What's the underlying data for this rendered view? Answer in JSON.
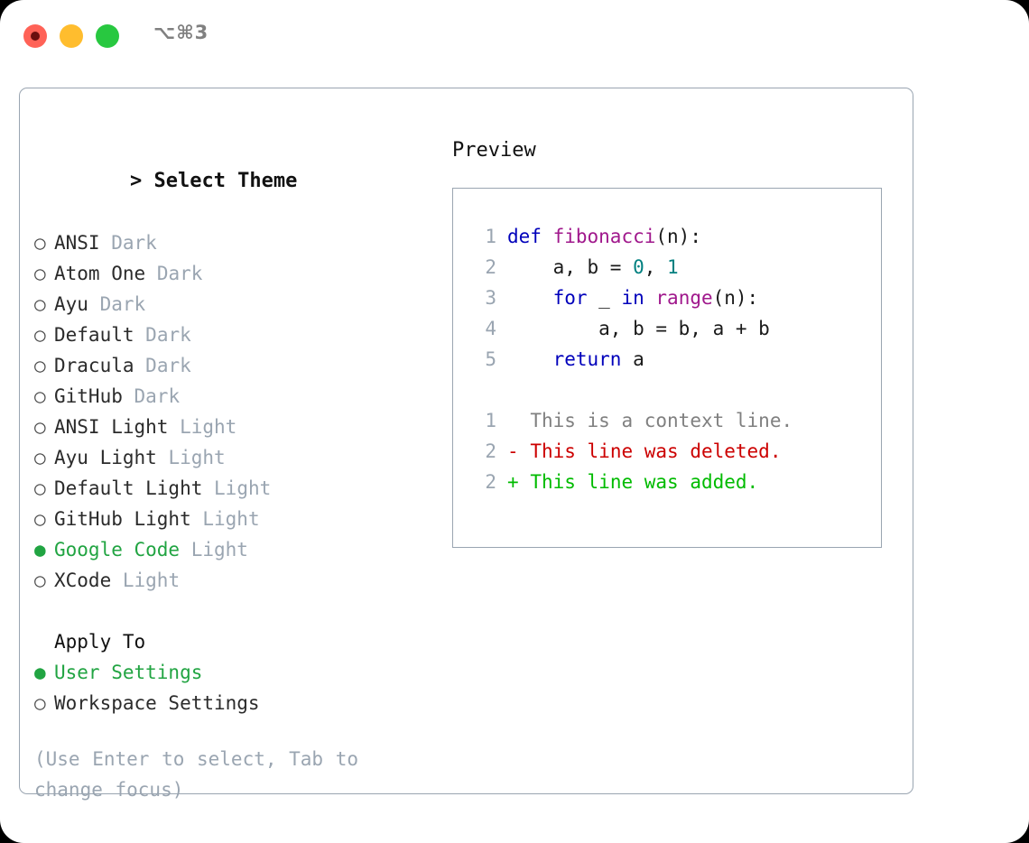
{
  "window": {
    "traffic_lights": [
      "close",
      "minimize",
      "maximize"
    ],
    "shortcut_label": "⌥⌘3"
  },
  "theme_picker": {
    "header_caret": ">",
    "header_label": "Select Theme",
    "marker_unselected": "○",
    "marker_selected": "●",
    "options": [
      {
        "name": "ANSI",
        "variant": "Dark",
        "selected": false
      },
      {
        "name": "Atom One",
        "variant": "Dark",
        "selected": false
      },
      {
        "name": "Ayu",
        "variant": "Dark",
        "selected": false
      },
      {
        "name": "Default",
        "variant": "Dark",
        "selected": false
      },
      {
        "name": "Dracula",
        "variant": "Dark",
        "selected": false
      },
      {
        "name": "GitHub",
        "variant": "Dark",
        "selected": false
      },
      {
        "name": "ANSI Light",
        "variant": "Light",
        "selected": false
      },
      {
        "name": "Ayu Light",
        "variant": "Light",
        "selected": false
      },
      {
        "name": "Default Light",
        "variant": "Light",
        "selected": false
      },
      {
        "name": "GitHub Light",
        "variant": "Light",
        "selected": false
      },
      {
        "name": "Google Code",
        "variant": "Light",
        "selected": true
      },
      {
        "name": "XCode",
        "variant": "Light",
        "selected": false
      }
    ]
  },
  "apply_to": {
    "title": "Apply To",
    "options": [
      {
        "name": "User Settings",
        "selected": true
      },
      {
        "name": "Workspace Settings",
        "selected": false
      }
    ]
  },
  "hint_text": "(Use Enter to select, Tab to change focus)",
  "preview": {
    "title": "Preview",
    "code_lines": [
      {
        "num": "1",
        "tokens": [
          {
            "t": "def",
            "c": "kw"
          },
          {
            "t": " ",
            "c": "pl"
          },
          {
            "t": "fibonacci",
            "c": "fn"
          },
          {
            "t": "(n):",
            "c": "pl"
          }
        ]
      },
      {
        "num": "2",
        "tokens": [
          {
            "t": "    a, b = ",
            "c": "pl"
          },
          {
            "t": "0",
            "c": "num"
          },
          {
            "t": ", ",
            "c": "pl"
          },
          {
            "t": "1",
            "c": "num"
          }
        ]
      },
      {
        "num": "3",
        "tokens": [
          {
            "t": "    ",
            "c": "pl"
          },
          {
            "t": "for",
            "c": "kw"
          },
          {
            "t": " _ ",
            "c": "pl"
          },
          {
            "t": "in",
            "c": "kw"
          },
          {
            "t": " ",
            "c": "pl"
          },
          {
            "t": "range",
            "c": "fn"
          },
          {
            "t": "(n):",
            "c": "pl"
          }
        ]
      },
      {
        "num": "4",
        "tokens": [
          {
            "t": "        a, b = b, a + b",
            "c": "pl"
          }
        ]
      },
      {
        "num": "5",
        "tokens": [
          {
            "t": "    ",
            "c": "pl"
          },
          {
            "t": "return",
            "c": "kw"
          },
          {
            "t": " a",
            "c": "pl"
          }
        ]
      }
    ],
    "diff_lines": [
      {
        "num": "1",
        "marker": " ",
        "text": "This is a context line.",
        "kind": "context"
      },
      {
        "num": "2",
        "marker": "-",
        "text": "This line was deleted.",
        "kind": "deleted"
      },
      {
        "num": "2",
        "marker": "+",
        "text": "This line was added.",
        "kind": "added"
      }
    ]
  },
  "colors": {
    "selected_green": "#21a442",
    "muted_gray": "#9aa5b1",
    "keyword_blue": "#0000bb",
    "function_magenta": "#a0188c",
    "number_teal": "#008080",
    "diff_deleted_red": "#cc0000",
    "diff_added_green": "#00bb00",
    "border": "#9aa5b1"
  }
}
